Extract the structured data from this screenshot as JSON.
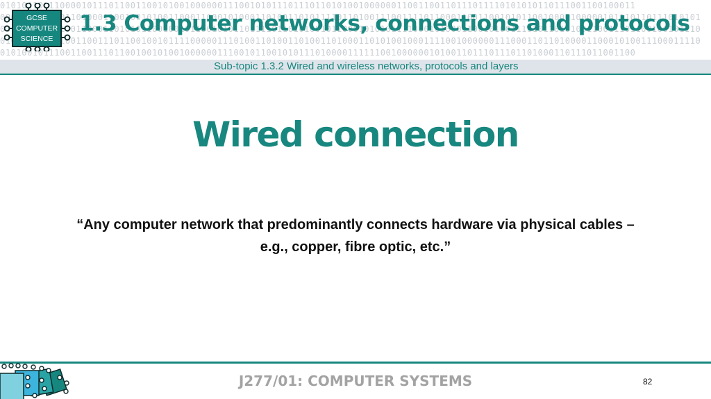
{
  "header": {
    "logo_lines": [
      "GCSE",
      "COMPUTER",
      "SCIENCE"
    ],
    "title": "1.3 Computer networks, connections and protocols",
    "subtopic": "Sub-topic 1.3.2 Wired and wireless networks, protocols and layers"
  },
  "slide": {
    "title": "Wired connection",
    "quote_line1": "“Any computer network that predominantly connects hardware via physical cables –",
    "quote_line2": "e.g., copper, fibre optic, etc.”"
  },
  "footer": {
    "course": "J277/01: COMPUTER SYSTEMS",
    "page_number": "82"
  },
  "colors": {
    "accent": "#17877f",
    "subtopic_bar": "#dfe4ea",
    "footer_text": "#a3a3a3"
  }
}
